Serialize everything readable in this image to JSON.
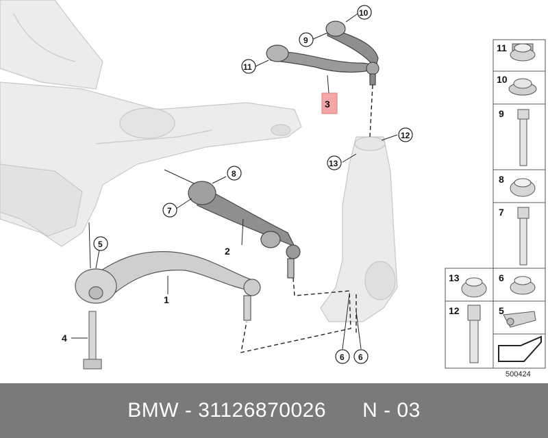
{
  "callouts": {
    "c1": "1",
    "c2": "2",
    "c3": "3",
    "c4": "4",
    "c5": "5",
    "c6a": "6",
    "c6b": "6",
    "c7": "7",
    "c8": "8",
    "c9": "9",
    "c10": "10",
    "c11": "11",
    "c12": "12",
    "c13": "13"
  },
  "parts_panel": {
    "p11": "11",
    "p10": "10",
    "p9": "9",
    "p8": "8",
    "p7": "7",
    "p13": "13",
    "p6": "6",
    "p12": "12",
    "p5": "5"
  },
  "diagram_id": "500424",
  "colors": {
    "highlight": "#f4a6a6",
    "footer_bg": "#7a7a7a"
  },
  "footer": {
    "brand": "BMW",
    "sep1": " - ",
    "part_number": "31126870026",
    "gap": "      ",
    "position": "N - 03"
  }
}
